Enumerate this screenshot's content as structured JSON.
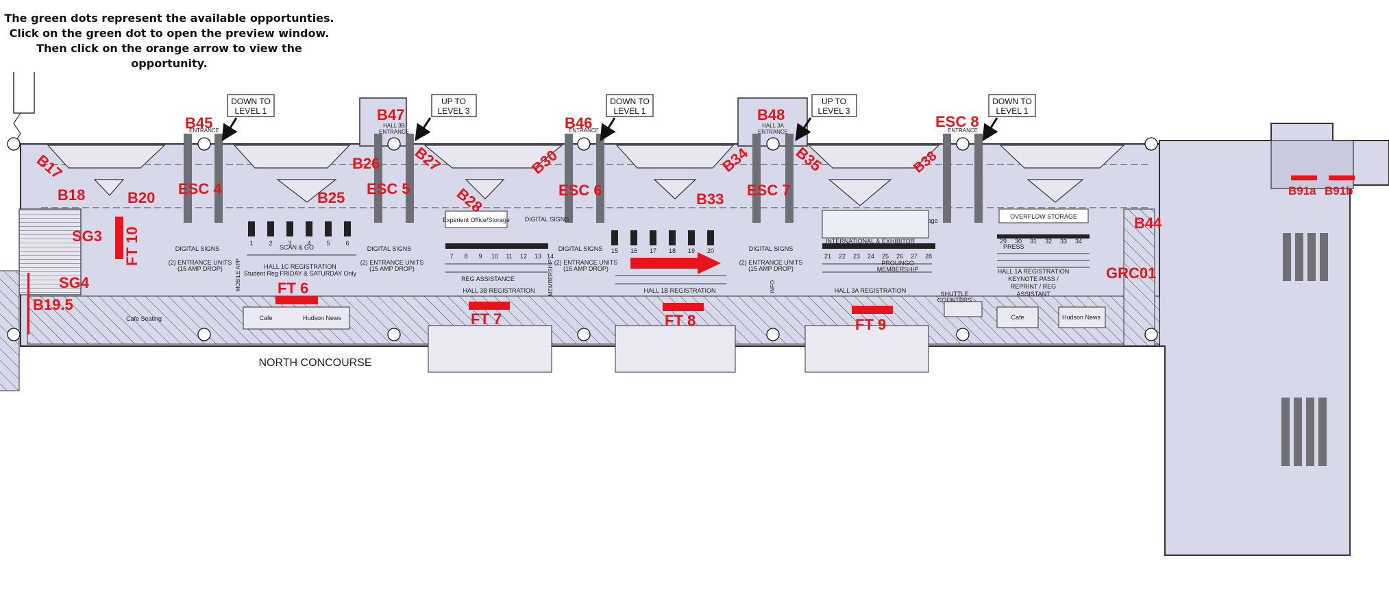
{
  "instructions": [
    "The green dots represent the available opportunties.",
    "Click on the green dot to open the preview window.",
    "Then click on the orange arrow to view the opportunity."
  ],
  "colors": {
    "floor": "#d7d8ea",
    "label_red": "#e8141b",
    "outline": "#333333",
    "escalator": "#6f6f78"
  },
  "callouts": [
    {
      "text1": "DOWN TO",
      "text2": "LEVEL 1"
    },
    {
      "text1": "UP TO",
      "text2": "LEVEL 3"
    },
    {
      "text1": "DOWN TO",
      "text2": "LEVEL 1"
    },
    {
      "text1": "UP TO",
      "text2": "LEVEL 3"
    },
    {
      "text1": "DOWN TO",
      "text2": "LEVEL 1"
    }
  ],
  "opportunity_labels": [
    "B45",
    "B47",
    "B46",
    "B48",
    "ESC 8",
    "B17",
    "B18",
    "B20",
    "ESC 4",
    "B25",
    "B26",
    "ESC 5",
    "B27",
    "B28",
    "B30",
    "ESC 6",
    "B33",
    "B34",
    "ESC 7",
    "B35",
    "B38",
    "SG3",
    "FT 10",
    "SG4",
    "B19.5",
    "FT 6",
    "FT 7",
    "FT 8",
    "FT 9",
    "B44",
    "GRC01",
    "B91a",
    "B91b"
  ],
  "areas": {
    "entrance": "ENTRANCE",
    "hall3b_entrance": [
      "HALL 3B",
      "ENTRANCE"
    ],
    "hall3a_entrance": [
      "HALL 3A",
      "ENTRANCE"
    ],
    "hall1c_reg": [
      "HALL 1C REGISTRATION",
      "Student Reg FRIDAY & SATURDAY Only"
    ],
    "hall3b_reg": "HALL 3B REGISTRATION",
    "hall1b_reg": "HALL 1B REGISTRATION",
    "hall3a_reg": "HALL 3A REGISTRATION",
    "hall1a_reg": [
      "HALL 1A REGISTRATION",
      "KEYNOTE PASS /",
      "REPRINT / REG",
      "ASSISTANT"
    ],
    "reg_assistance": "REG ASSISTANCE",
    "digital_signs": "DIGITAL SIGNS",
    "entrance_units": [
      "(2) ENTRANCE UNITS",
      "(15 AMP DROP)"
    ],
    "scan_go": "SCAN & GO",
    "membership": "MEMBERSHIP",
    "mobile_app": "MOBILE APP",
    "experient": "Experient Office/Storage",
    "intl_exhibitor": "INTERNATIONAL & EXHIBITOR",
    "prolingo_membership": [
      "PROLINGO",
      "MEMBERSHIP"
    ],
    "prolingo_storage": "Prolingo Storage",
    "overflow": "OVERFLOW STORAGE",
    "press": "PRESS",
    "shuttle": [
      "SHUTTLE",
      "COUNTERS"
    ],
    "cafe_seating": "Cafe Seating",
    "cafe": "Cafe",
    "hudson_news": "Hudson News",
    "north_concourse": "NORTH CONCOURSE",
    "info": "INFO"
  },
  "kiosks": {
    "group1": [
      "1",
      "2",
      "3",
      "4",
      "5",
      "6"
    ],
    "group2": [
      "7",
      "8",
      "9",
      "10",
      "11",
      "12",
      "13",
      "14"
    ],
    "group3": [
      "15",
      "16",
      "17",
      "18",
      "19",
      "20"
    ],
    "group4": [
      "21",
      "22",
      "23",
      "24",
      "25",
      "26",
      "27",
      "28"
    ],
    "group5": [
      "29",
      "30",
      "31",
      "32",
      "33",
      "34"
    ]
  }
}
